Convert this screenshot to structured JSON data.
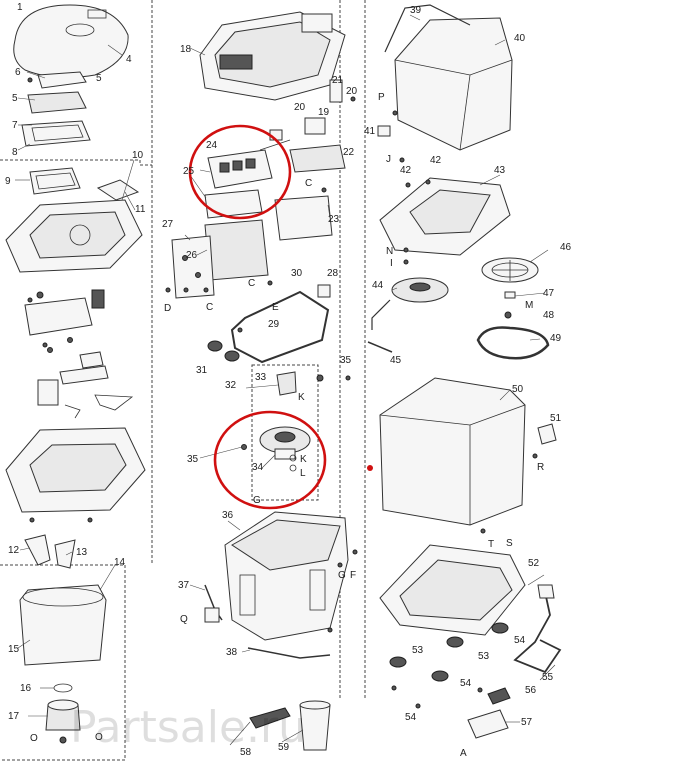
{
  "watermark": "Partsale.ru",
  "highlight_color": "#d01010",
  "part_labels": [
    {
      "id": "p1",
      "text": "1"
    },
    {
      "id": "p4",
      "text": "4"
    },
    {
      "id": "p5a",
      "text": "5"
    },
    {
      "id": "p5b",
      "text": "5"
    },
    {
      "id": "p6",
      "text": "6"
    },
    {
      "id": "p7",
      "text": "7"
    },
    {
      "id": "p8",
      "text": "8"
    },
    {
      "id": "p9",
      "text": "9"
    },
    {
      "id": "p10",
      "text": "10"
    },
    {
      "id": "p11",
      "text": "11"
    },
    {
      "id": "p12",
      "text": "12"
    },
    {
      "id": "p13",
      "text": "13"
    },
    {
      "id": "p14",
      "text": "14"
    },
    {
      "id": "p15",
      "text": "15"
    },
    {
      "id": "p16",
      "text": "16"
    },
    {
      "id": "p17",
      "text": "17"
    },
    {
      "id": "pO1",
      "text": "O"
    },
    {
      "id": "p18",
      "text": "18"
    },
    {
      "id": "p19",
      "text": "19"
    },
    {
      "id": "p20a",
      "text": "20"
    },
    {
      "id": "p20b",
      "text": "20"
    },
    {
      "id": "p21",
      "text": "21"
    },
    {
      "id": "p22",
      "text": "22"
    },
    {
      "id": "p23",
      "text": "23"
    },
    {
      "id": "p24",
      "text": "24"
    },
    {
      "id": "p25",
      "text": "25"
    },
    {
      "id": "p26",
      "text": "26"
    },
    {
      "id": "p27",
      "text": "27"
    },
    {
      "id": "p28",
      "text": "28"
    },
    {
      "id": "p29",
      "text": "29"
    },
    {
      "id": "p30",
      "text": "30"
    },
    {
      "id": "p31",
      "text": "31"
    },
    {
      "id": "p32",
      "text": "32"
    },
    {
      "id": "p33",
      "text": "33"
    },
    {
      "id": "p34",
      "text": "34"
    },
    {
      "id": "p35a",
      "text": "35"
    },
    {
      "id": "p35b",
      "text": "35"
    },
    {
      "id": "p36",
      "text": "36"
    },
    {
      "id": "p37",
      "text": "37"
    },
    {
      "id": "p38",
      "text": "38"
    },
    {
      "id": "p39",
      "text": "39"
    },
    {
      "id": "p40",
      "text": "40"
    },
    {
      "id": "p41",
      "text": "41"
    },
    {
      "id": "p42a",
      "text": "42"
    },
    {
      "id": "p42b",
      "text": "42"
    },
    {
      "id": "p43",
      "text": "43"
    },
    {
      "id": "p44",
      "text": "44"
    },
    {
      "id": "p45",
      "text": "45"
    },
    {
      "id": "p46",
      "text": "46"
    },
    {
      "id": "p47",
      "text": "47"
    },
    {
      "id": "p48",
      "text": "48"
    },
    {
      "id": "p49",
      "text": "49"
    },
    {
      "id": "p50",
      "text": "50"
    },
    {
      "id": "p51",
      "text": "51"
    },
    {
      "id": "p52",
      "text": "52"
    },
    {
      "id": "p53a",
      "text": "53"
    },
    {
      "id": "p53b",
      "text": "53"
    },
    {
      "id": "p54a",
      "text": "54"
    },
    {
      "id": "p54b",
      "text": "54"
    },
    {
      "id": "p54c",
      "text": "54"
    },
    {
      "id": "p55",
      "text": "55"
    },
    {
      "id": "p56",
      "text": "56"
    },
    {
      "id": "p57",
      "text": "57"
    },
    {
      "id": "p58",
      "text": "58"
    },
    {
      "id": "p59",
      "text": "59"
    },
    {
      "id": "pC1",
      "text": "C"
    },
    {
      "id": "pC2",
      "text": "C"
    },
    {
      "id": "pC3",
      "text": "C"
    },
    {
      "id": "pD",
      "text": "D"
    },
    {
      "id": "pE",
      "text": "E"
    },
    {
      "id": "pF",
      "text": "F"
    },
    {
      "id": "pG1",
      "text": "G"
    },
    {
      "id": "pG2",
      "text": "G"
    },
    {
      "id": "pK1",
      "text": "K"
    },
    {
      "id": "pK2",
      "text": "K"
    },
    {
      "id": "pL",
      "text": "L"
    },
    {
      "id": "pQ",
      "text": "Q"
    },
    {
      "id": "pP",
      "text": "P"
    },
    {
      "id": "pJ",
      "text": "J"
    },
    {
      "id": "pN",
      "text": "N"
    },
    {
      "id": "pI",
      "text": "I"
    },
    {
      "id": "pM",
      "text": "M"
    },
    {
      "id": "pR",
      "text": "R"
    },
    {
      "id": "pT",
      "text": "T"
    },
    {
      "id": "pS",
      "text": "S"
    },
    {
      "id": "pA",
      "text": "A"
    },
    {
      "id": "pO2",
      "text": "O"
    }
  ]
}
